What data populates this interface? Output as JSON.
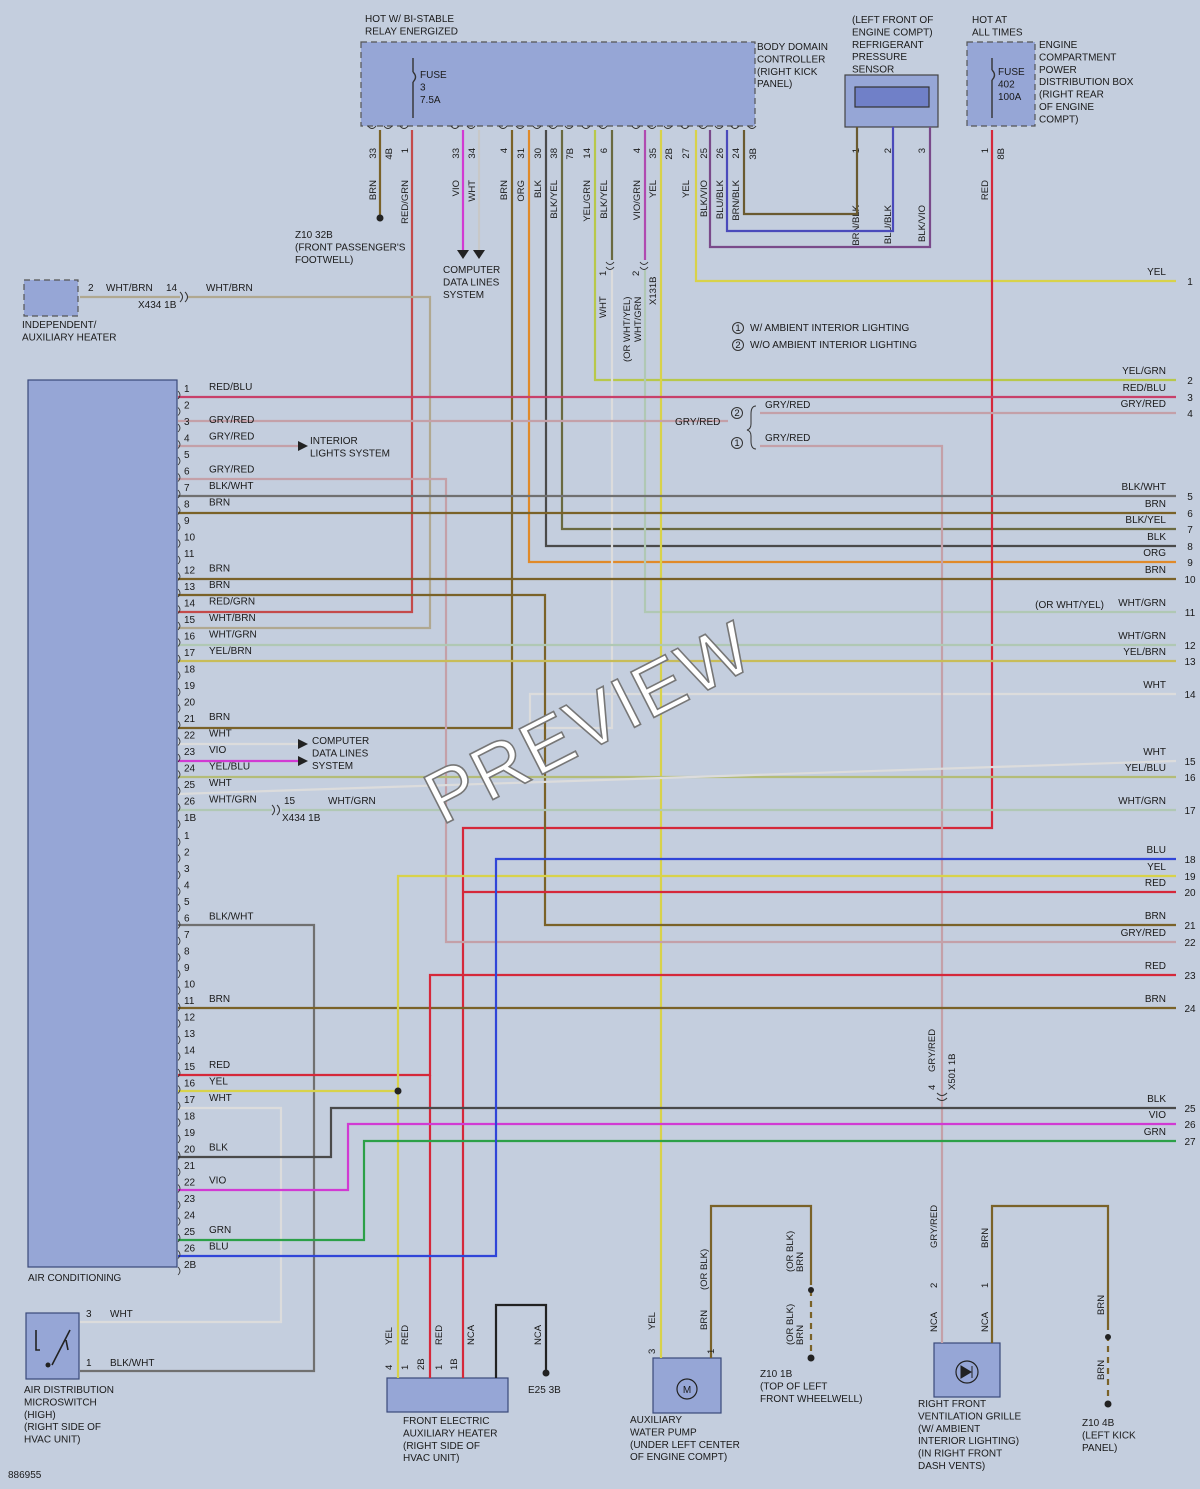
{
  "colors": {
    "BRN": "#7a6228",
    "RED": "#d5283a",
    "YEL": "#d8d24a",
    "WHT": "#dcdcdc",
    "VIO": "#d13ad3",
    "BLK": "#4a4a4a",
    "BLU": "#3045d8",
    "GRN": "#2ca048",
    "ORG": "#e08a2a",
    "GRY_RED": "#c4a0a8",
    "RED_BLU": "#c8406a",
    "RED_GRN": "#c44a4a",
    "WHT_BRN": "#b0a890",
    "WHT_GRN": "#b0c8b4",
    "YEL_BRN": "#c8bc58",
    "YEL_GRN": "#b8c84a",
    "BLK_WHT": "#707070",
    "BLK_YEL": "#6a6a40",
    "BLU_BLK": "#4a4abb",
    "YEL_BLU": "#b4bc78",
    "BLK_VIO": "#7a4a8a",
    "BRN_BLK": "#6a5a30",
    "VIO_GRN": "#b04ab0",
    "BLU_BRN": "#5a5a9a"
  },
  "header": {
    "hot_relay": [
      "HOT W/ BI-STABLE",
      "RELAY ENERGIZED"
    ],
    "bdc": [
      "BODY DOMAIN",
      "CONTROLLER",
      "(RIGHT KICK",
      "PANEL)"
    ],
    "fuse3": [
      "FUSE",
      "3",
      "7.5A"
    ],
    "sensor": [
      "(LEFT FRONT OF",
      "ENGINE COMPT)",
      "REFRIGERANT",
      "PRESSURE",
      "SENSOR"
    ],
    "hot_all": [
      "HOT AT",
      "ALL TIMES"
    ],
    "fuse402": [
      "FUSE",
      "402",
      "100A"
    ],
    "epdb": [
      "ENGINE",
      "COMPARTMENT",
      "POWER",
      "DISTRIBUTION BOX",
      "(RIGHT REAR",
      "OF ENGINE",
      "COMPT)"
    ]
  },
  "bdc_pins": [
    {
      "pin": "33",
      "color": "BRN"
    },
    {
      "pin": "4B",
      "color": ""
    },
    {
      "pin": "1",
      "color": "RED/GRN"
    },
    {
      "pin": "33",
      "color": "VIO"
    },
    {
      "pin": "34",
      "color": "WHT"
    },
    {
      "pin": "4",
      "color": "BRN"
    },
    {
      "pin": "31",
      "color": "ORG"
    },
    {
      "pin": "30",
      "color": "BLK"
    },
    {
      "pin": "38",
      "color": "BLK/YEL"
    },
    {
      "pin": "7B",
      "color": ""
    },
    {
      "pin": "14",
      "color": "YEL/GRN"
    },
    {
      "pin": "6",
      "color": "BLK/YEL"
    },
    {
      "pin": "4",
      "color": "VIO/GRN"
    },
    {
      "pin": "35",
      "color": "YEL"
    },
    {
      "pin": "2B",
      "color": ""
    },
    {
      "pin": "27",
      "color": "YEL"
    },
    {
      "pin": "25",
      "color": "BLK/VIO"
    },
    {
      "pin": "26",
      "color": "BLU/BLK"
    },
    {
      "pin": "24",
      "color": "BRN/BLK"
    },
    {
      "pin": "3B",
      "color": ""
    }
  ],
  "sensor_pins": [
    {
      "pin": "1",
      "color": "BRN/BLK"
    },
    {
      "pin": "2",
      "color": "BLU/BLK"
    },
    {
      "pin": "3",
      "color": "BLK/VIO"
    }
  ],
  "epdb_pins": [
    {
      "pin": "1",
      "color": "RED"
    },
    {
      "pin": "8B",
      "color": ""
    }
  ],
  "z10_32b": [
    "Z10 32B",
    "(FRONT PASSENGER'S",
    "FOOTWELL)"
  ],
  "cdl_top": [
    "COMPUTER",
    "DATA LINES",
    "SYSTEM"
  ],
  "mid_labels": {
    "wht": "WHT",
    "or_wht_yel": "(OR WHT/YEL)",
    "wht_grn": "WHT/GRN",
    "x131b": "X131B",
    "p1": "1",
    "p2": "2",
    "p4": "4"
  },
  "legend": [
    {
      "num": "1",
      "text": "W/ AMBIENT INTERIOR LIGHTING"
    },
    {
      "num": "2",
      "text": "W/O AMBIENT INTERIOR LIGHTING"
    }
  ],
  "ind_heater": {
    "name": [
      "INDEPENDENT/",
      "AUXILIARY HEATER"
    ],
    "pin": "2",
    "wire1": "WHT/BRN",
    "pin2": "14",
    "wire2": "WHT/BRN",
    "conn": "X434 1B"
  },
  "ac": {
    "name": "AIR CONDITIONING",
    "pins_a": [
      {
        "n": "1",
        "c": "RED/BLU"
      },
      {
        "n": "2",
        "c": ""
      },
      {
        "n": "3",
        "c": "GRY/RED"
      },
      {
        "n": "4",
        "c": "GRY/RED"
      },
      {
        "n": "5",
        "c": ""
      },
      {
        "n": "6",
        "c": "GRY/RED"
      },
      {
        "n": "7",
        "c": "BLK/WHT"
      },
      {
        "n": "8",
        "c": "BRN"
      },
      {
        "n": "9",
        "c": ""
      },
      {
        "n": "10",
        "c": ""
      },
      {
        "n": "11",
        "c": ""
      },
      {
        "n": "12",
        "c": "BRN"
      },
      {
        "n": "13",
        "c": "BRN"
      },
      {
        "n": "14",
        "c": "RED/GRN"
      },
      {
        "n": "15",
        "c": "WHT/BRN"
      },
      {
        "n": "16",
        "c": "WHT/GRN"
      },
      {
        "n": "17",
        "c": "YEL/BRN"
      },
      {
        "n": "18",
        "c": ""
      },
      {
        "n": "19",
        "c": ""
      },
      {
        "n": "20",
        "c": ""
      },
      {
        "n": "21",
        "c": "BRN"
      },
      {
        "n": "22",
        "c": "WHT"
      },
      {
        "n": "23",
        "c": "VIO"
      },
      {
        "n": "24",
        "c": "YEL/BLU"
      },
      {
        "n": "25",
        "c": "WHT"
      },
      {
        "n": "26",
        "c": "WHT/GRN"
      },
      {
        "n": "1B",
        "c": ""
      }
    ],
    "pins_b": [
      {
        "n": "1",
        "c": ""
      },
      {
        "n": "2",
        "c": ""
      },
      {
        "n": "3",
        "c": ""
      },
      {
        "n": "4",
        "c": ""
      },
      {
        "n": "5",
        "c": ""
      },
      {
        "n": "6",
        "c": "BLK/WHT"
      },
      {
        "n": "7",
        "c": ""
      },
      {
        "n": "8",
        "c": ""
      },
      {
        "n": "9",
        "c": ""
      },
      {
        "n": "10",
        "c": ""
      },
      {
        "n": "11",
        "c": "BRN"
      },
      {
        "n": "12",
        "c": ""
      },
      {
        "n": "13",
        "c": ""
      },
      {
        "n": "14",
        "c": ""
      },
      {
        "n": "15",
        "c": "RED"
      },
      {
        "n": "16",
        "c": "YEL"
      },
      {
        "n": "17",
        "c": "WHT"
      },
      {
        "n": "18",
        "c": ""
      },
      {
        "n": "19",
        "c": ""
      },
      {
        "n": "20",
        "c": "BLK"
      },
      {
        "n": "21",
        "c": ""
      },
      {
        "n": "22",
        "c": "VIO"
      },
      {
        "n": "23",
        "c": ""
      },
      {
        "n": "24",
        "c": ""
      },
      {
        "n": "25",
        "c": "GRN"
      },
      {
        "n": "26",
        "c": "BLU"
      },
      {
        "n": "2B",
        "c": ""
      }
    ],
    "interior_lights": [
      "INTERIOR",
      "LIGHTS SYSTEM"
    ],
    "cdl": [
      "COMPUTER",
      "DATA LINES",
      "SYSTEM"
    ],
    "x434_15": "15",
    "x434_wire": "WHT/GRN",
    "x434_conn": "X434 1B"
  },
  "grey_red_mid": {
    "label": "GRY/RED",
    "opt2": "GRY/RED",
    "opt1": "GRY/RED",
    "n1": "1",
    "n2": "2"
  },
  "right_labels": [
    {
      "n": "1",
      "c": "YEL"
    },
    {
      "n": "2",
      "c": "YEL/GRN"
    },
    {
      "n": "3",
      "c": "RED/BLU"
    },
    {
      "n": "4",
      "c": "GRY/RED"
    },
    {
      "n": "5",
      "c": "BLK/WHT"
    },
    {
      "n": "6",
      "c": "BRN"
    },
    {
      "n": "7",
      "c": "BLK/YEL"
    },
    {
      "n": "8",
      "c": "BLK"
    },
    {
      "n": "9",
      "c": "ORG"
    },
    {
      "n": "10",
      "c": "BRN"
    },
    {
      "n": "11",
      "c": "WHT/GRN",
      "alt": "(OR WHT/YEL)"
    },
    {
      "n": "12",
      "c": "WHT/GRN"
    },
    {
      "n": "13",
      "c": "YEL/BRN"
    },
    {
      "n": "14",
      "c": "WHT"
    },
    {
      "n": "15",
      "c": "WHT"
    },
    {
      "n": "16",
      "c": "YEL/BLU"
    },
    {
      "n": "17",
      "c": "WHT/GRN"
    },
    {
      "n": "18",
      "c": "BLU"
    },
    {
      "n": "19",
      "c": "YEL"
    },
    {
      "n": "20",
      "c": "RED"
    },
    {
      "n": "21",
      "c": "BRN"
    },
    {
      "n": "22",
      "c": "GRY/RED"
    },
    {
      "n": "23",
      "c": "RED"
    },
    {
      "n": "24",
      "c": "BRN"
    },
    {
      "n": "25",
      "c": "BLK"
    },
    {
      "n": "26",
      "c": "VIO"
    },
    {
      "n": "27",
      "c": "GRN"
    }
  ],
  "x501": {
    "pin": "4",
    "wire": "GRY/RED",
    "conn": "X501 1B"
  },
  "microswitch": {
    "name": [
      "AIR DISTRIBUTION",
      "MICROSWITCH",
      "(HIGH)",
      "(RIGHT SIDE OF",
      "HVAC UNIT)"
    ],
    "p3": "3",
    "w3": "WHT",
    "p1": "1",
    "w1": "BLK/WHT"
  },
  "feah": {
    "name": [
      "FRONT ELECTRIC",
      "AUXILIARY HEATER",
      "(RIGHT SIDE OF",
      "HVAC UNIT)"
    ],
    "pins": [
      {
        "n": "4",
        "c": "YEL"
      },
      {
        "n": "1",
        "c": "RED"
      },
      {
        "n": "2B",
        "c": ""
      },
      {
        "n": "1",
        "c": "RED"
      },
      {
        "n": "1B",
        "c": ""
      },
      {
        "n": "",
        "c": "NCA"
      }
    ],
    "nca2": "NCA",
    "e25": "E25 3B"
  },
  "pump": {
    "name": [
      "AUXILIARY",
      "WATER PUMP",
      "(UNDER LEFT CENTER",
      "OF ENGINE COMPT)"
    ],
    "p3": "3",
    "w3": "YEL",
    "p1": "1",
    "w1": "BRN",
    "alt": "(OR BLK)",
    "motor": "M"
  },
  "z10_1b": {
    "name": [
      "Z10 1B",
      "(TOP OF LEFT",
      "FRONT WHEELWELL)"
    ],
    "w_top": "BRN",
    "alt_top": "(OR BLK)",
    "w_bot": "BRN",
    "alt_bot": "(OR BLK)"
  },
  "vent": {
    "name": [
      "RIGHT FRONT",
      "VENTILATION GRILLE",
      "(W/ AMBIENT",
      "INTERIOR LIGHTING)",
      "(IN RIGHT FRONT",
      "DASH VENTS)"
    ],
    "p2": "2",
    "w2": "GRY/RED",
    "n2": "NCA",
    "p1": "1",
    "w1": "BRN",
    "n1": "NCA"
  },
  "z10_4b": {
    "name": [
      "Z10 4B",
      "(LEFT KICK",
      "PANEL)"
    ],
    "w_top": "BRN",
    "w_bot": "BRN"
  },
  "watermark": "PREVIEW",
  "diagram_id": "886955"
}
